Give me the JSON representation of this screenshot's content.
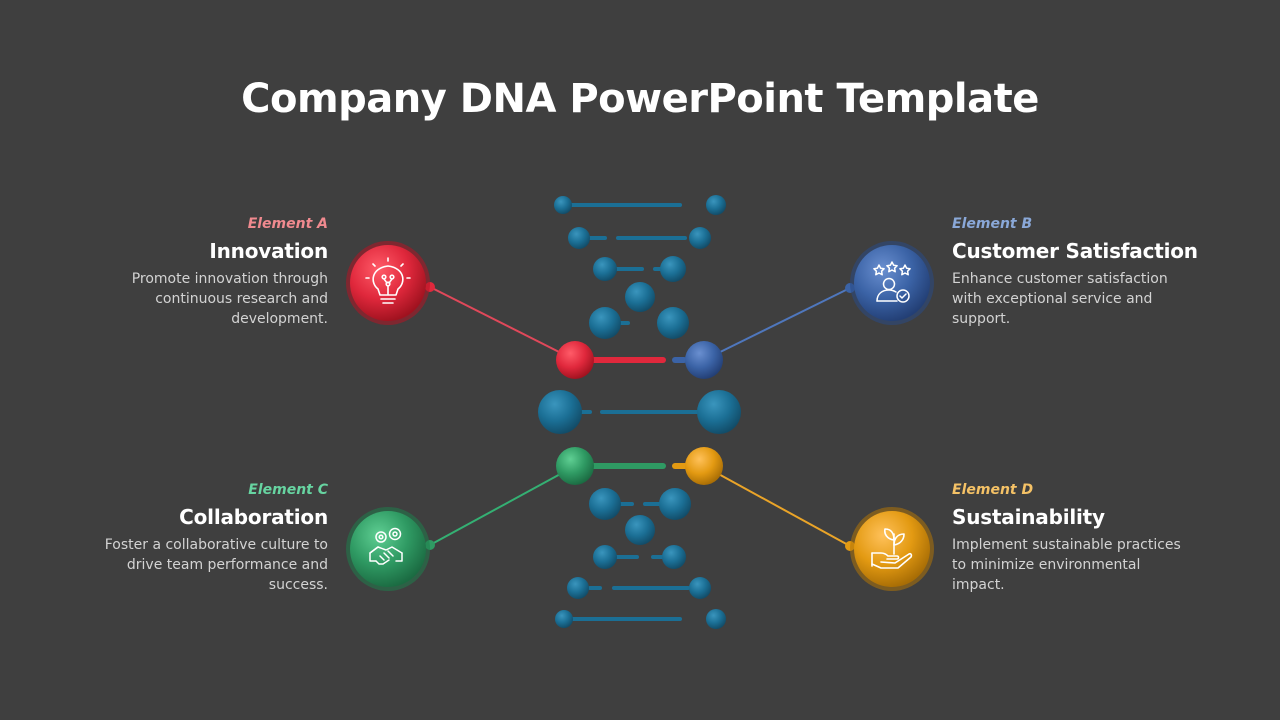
{
  "title": "Company DNA PowerPoint Template",
  "colors": {
    "background": "#3f3f3f",
    "helix_blue": "#1b6f95",
    "element_a": "#e0283c",
    "element_b": "#3b63a6",
    "element_c": "#2f9a63",
    "element_d": "#e39a12"
  },
  "elements": [
    {
      "id": "a",
      "tag": "Element A",
      "tag_color": "#f08a8f",
      "heading": "Innovation",
      "description": "Promote innovation through continuous research and development.",
      "icon": "lightbulb-icon"
    },
    {
      "id": "b",
      "tag": "Element B",
      "tag_color": "#8aa8d8",
      "heading": "Customer Satisfaction",
      "description": "Enhance customer satisfaction with exceptional service and support.",
      "icon": "customer-rating-icon"
    },
    {
      "id": "c",
      "tag": "Element C",
      "tag_color": "#67d4a1",
      "heading": "Collaboration",
      "description": "Foster a collaborative culture to drive team performance and success.",
      "icon": "handshake-gears-icon"
    },
    {
      "id": "d",
      "tag": "Element D",
      "tag_color": "#f5c266",
      "heading": "Sustainability",
      "description": "Implement sustainable practices to minimize environmental impact.",
      "icon": "plant-in-hand-icon"
    }
  ]
}
